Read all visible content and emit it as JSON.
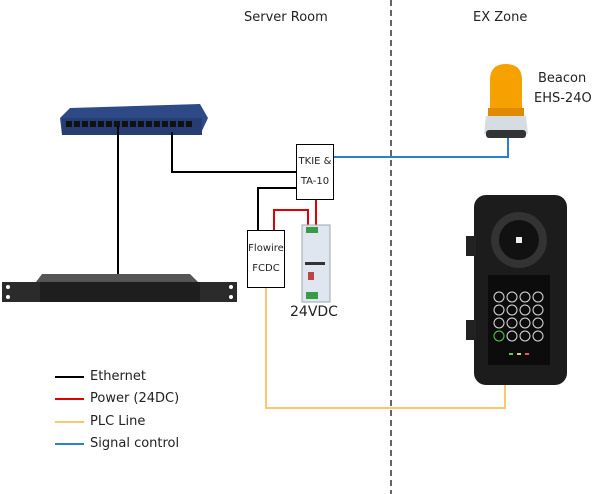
{
  "zones": {
    "left": "Server Room",
    "right": "EX Zone"
  },
  "devices": {
    "tkie_line1": "TKIE &",
    "tkie_line2": "TA-10",
    "flowire_line1": "Flowire",
    "flowire_line2": "FCDC",
    "psu_label": "24VDC",
    "beacon_line1": "Beacon",
    "beacon_line2": "EHS-24O"
  },
  "legend": [
    {
      "label": "Ethernet",
      "color": "#000000"
    },
    {
      "label": "Power (24DC)",
      "color": "#e00000"
    },
    {
      "label": "PLC Line",
      "color": "#ffc66e"
    },
    {
      "label": "Signal control",
      "color": "#2a7fd0"
    }
  ]
}
